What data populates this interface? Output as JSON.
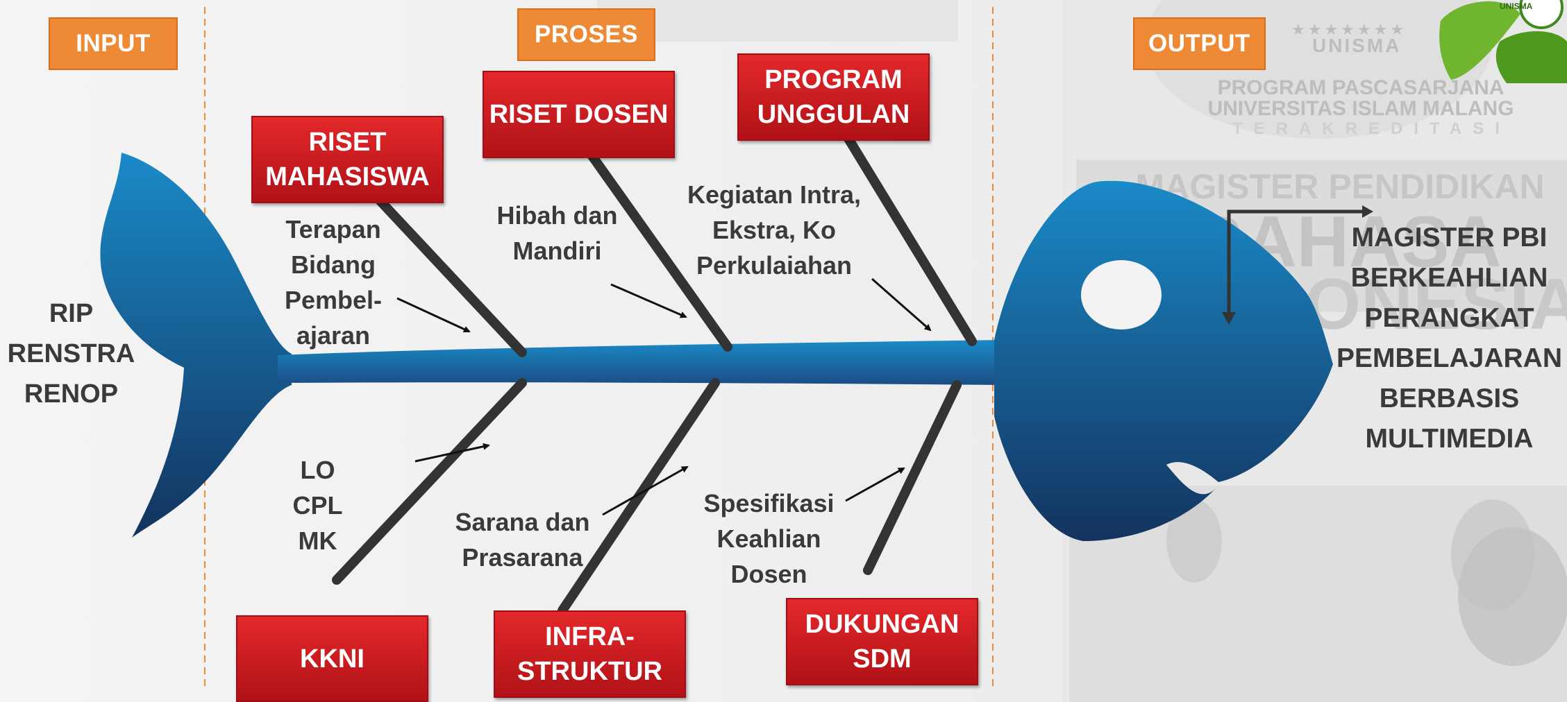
{
  "sections": {
    "input": "INPUT",
    "process": "PROSES",
    "output": "OUTPUT"
  },
  "input_text": "RIP\nRENSTRA\nRENOP",
  "output_text": "MAGISTER PBI\nBERKEAHLIAN\nPERANGKAT\nPEMBELAJARAN\nBERBASIS\nMULTIMEDIA",
  "causes_top": [
    {
      "label": "RISET\nMAHASISWA",
      "note": "Terapan\nBidang\nPembel-\najaran"
    },
    {
      "label": "RISET DOSEN",
      "note": "Hibah dan\nMandiri"
    },
    {
      "label": "PROGRAM\nUNGGULAN",
      "note": "Kegiatan Intra,\nEkstra, Ko\nPerkulaiahan"
    }
  ],
  "causes_bottom": [
    {
      "label": "KKNI",
      "note": "LO\nCPL\nMK"
    },
    {
      "label": "INFRA-\nSTRUKTUR",
      "note": "Sarana dan\nPrasarana"
    },
    {
      "label": "DUKUNGAN\nSDM",
      "note": "Spesifikasi\nKeahlian\nDosen"
    }
  ],
  "background_text": {
    "logo_small": "UNISMA",
    "stars": "★★★★★★★",
    "logo_name": "UNISMA",
    "program_line1": "PROGRAM PASCASARJANA",
    "program_line2": "UNIVERSITAS ISLAM MALANG",
    "accredited": "TERAKREDITASI",
    "banner_line1": "MAGISTER PENDIDIKAN",
    "banner_line2": "BAHASA",
    "banner_line3": "INDONESIA"
  },
  "colors": {
    "fish_light": "#1a8ac8",
    "fish_dark": "#13335e",
    "cause_box": "#d3191d",
    "tag": "#ee8a35",
    "bone": "#333333",
    "divider": "#ee8a35"
  }
}
